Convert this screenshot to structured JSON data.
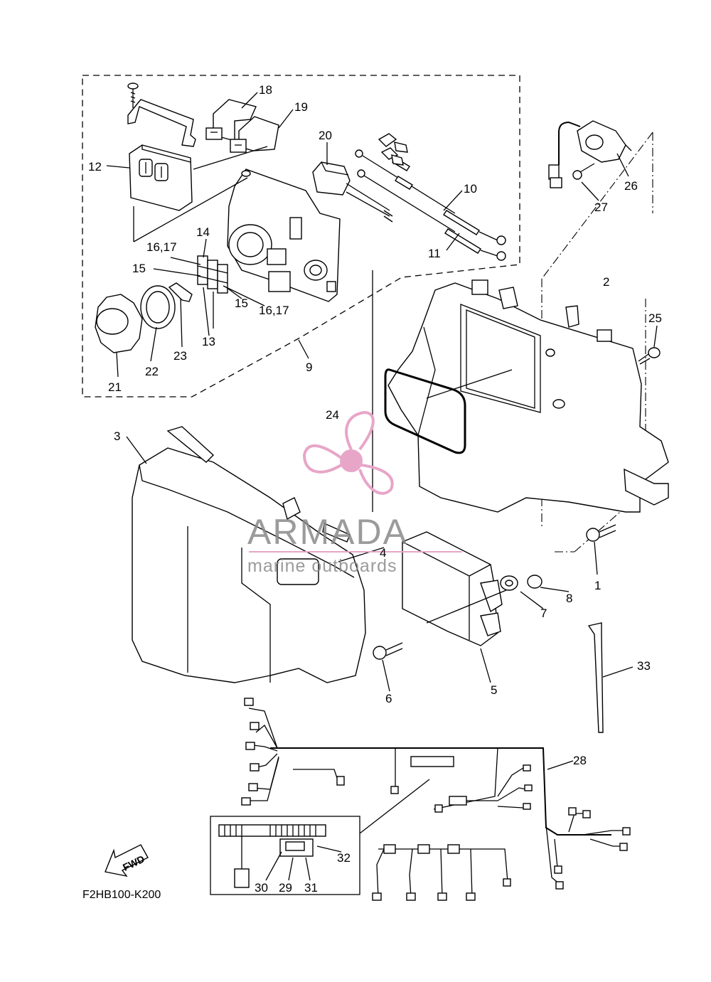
{
  "diagram": {
    "drawing_code": "F2HB100-K200",
    "fwd_label": "FWD",
    "part_labels": {
      "p1": "1",
      "p2": "2",
      "p3": "3",
      "p4": "4",
      "p5": "5",
      "p6": "6",
      "p7": "7",
      "p8": "8",
      "p9": "9",
      "p10": "10",
      "p11": "11",
      "p12": "12",
      "p13": "13",
      "p14": "14",
      "p15a": "15",
      "p15b": "15",
      "p1617a": "16,17",
      "p1617b": "16,17",
      "p18": "18",
      "p19": "19",
      "p20": "20",
      "p21": "21",
      "p22": "22",
      "p23": "23",
      "p24": "24",
      "p25": "25",
      "p26": "26",
      "p27": "27",
      "p28": "28",
      "p29": "29",
      "p30": "30",
      "p31": "31",
      "p32": "32",
      "p33": "33"
    }
  },
  "watermark": {
    "title": "ARMADA",
    "subtitle": "marine outboards",
    "colors": {
      "propeller": "#e7a6c8",
      "text": "#8a8a8a"
    }
  }
}
